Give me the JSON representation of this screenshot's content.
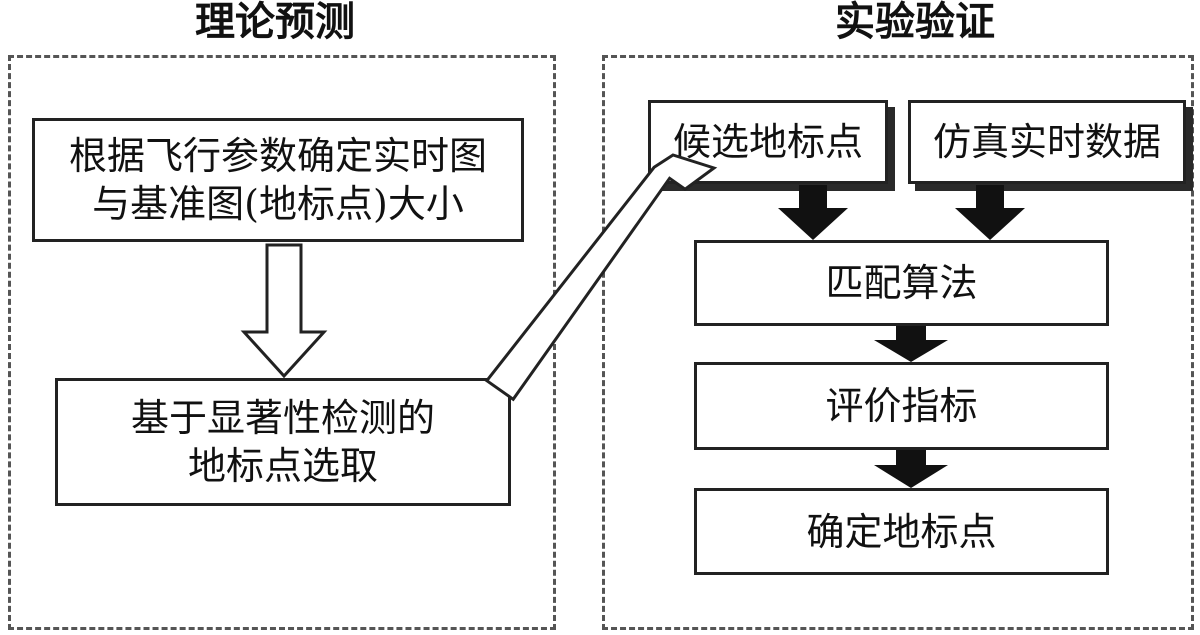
{
  "left_panel": {
    "title": "理论预测",
    "box1": {
      "line1": "根据飞行参数确定实时图",
      "line2": "与基准图(地标点)大小"
    },
    "box2": {
      "line1": "基于显著性检测的",
      "line2": "地标点选取"
    }
  },
  "right_panel": {
    "title": "实验验证",
    "candidate": "候选地标点",
    "simulation": "仿真实时数据",
    "matching": "匹配算法",
    "evaluation": "评价指标",
    "determine": "确定地标点"
  },
  "colors": {
    "border": "#222222",
    "dashed": "#555555",
    "solid_arrow": "#111111"
  }
}
